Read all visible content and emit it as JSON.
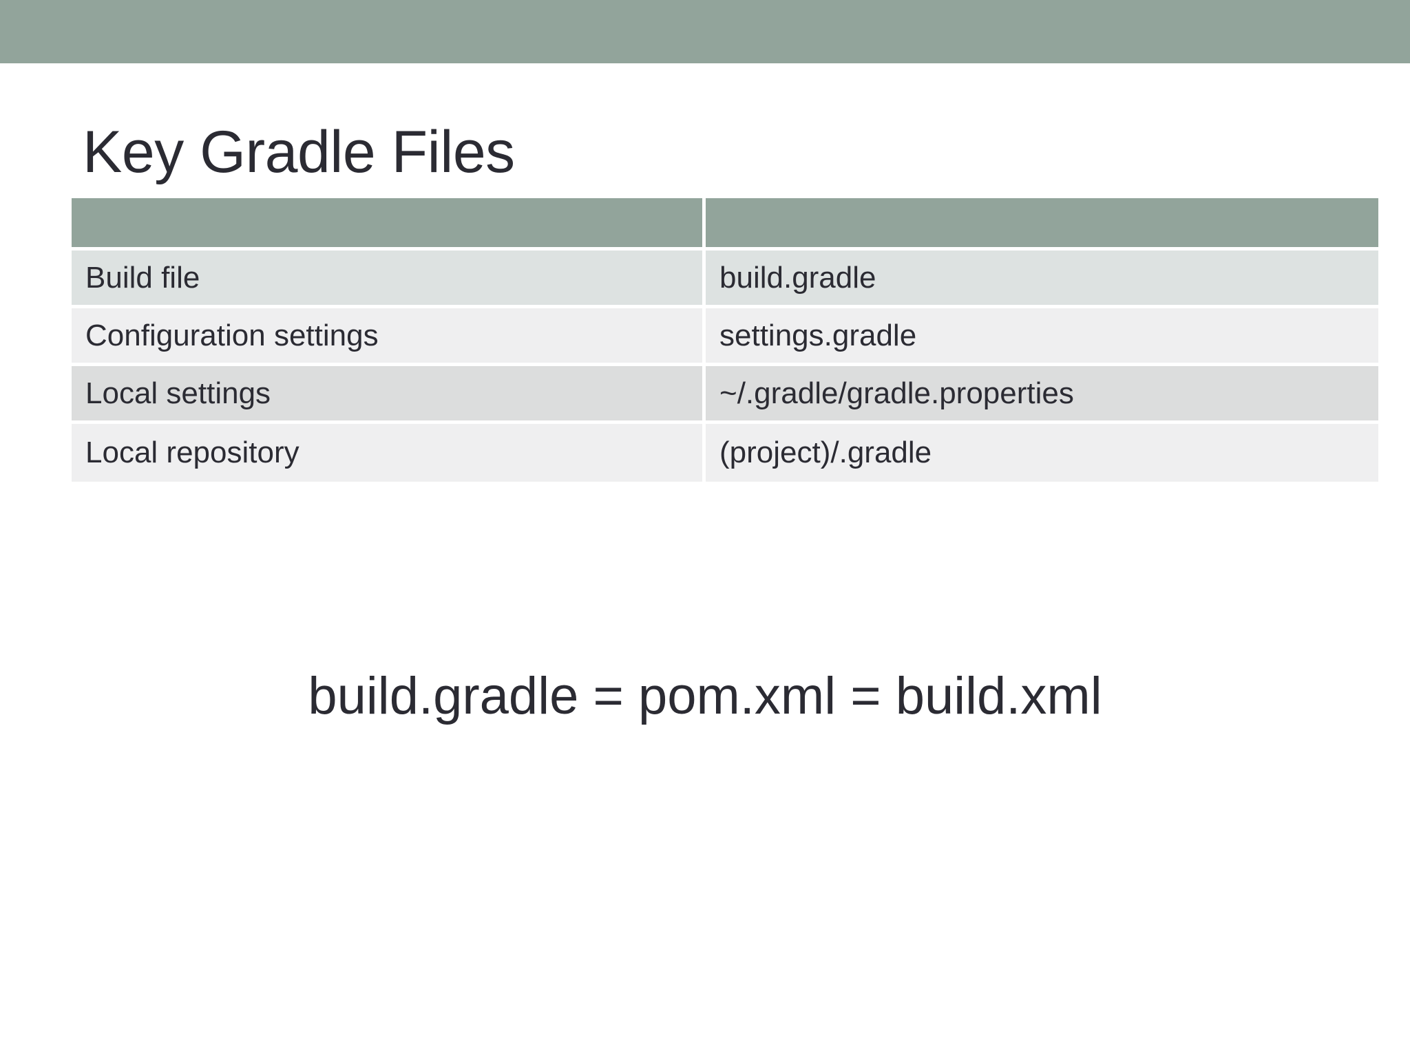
{
  "slide": {
    "title": "Key Gradle Files",
    "accent_color": "#92a49b",
    "text_color": "#2b2b33",
    "background_color": "#ffffff"
  },
  "table": {
    "headers": [
      "",
      ""
    ],
    "header_fill": "#92a49b",
    "rows": [
      {
        "label": "Build file",
        "value": "build.gradle",
        "fill": "#dde2e1"
      },
      {
        "label": "Configuration settings",
        "value": "settings.gradle",
        "fill": "#efeff0"
      },
      {
        "label": "Local settings",
        "value": "~/.gradle/gradle.properties",
        "fill": "#dcdddd"
      },
      {
        "label": "Local repository",
        "value": "(project)/.gradle",
        "fill": "#efeff0"
      }
    ]
  },
  "equation": {
    "text": "build.gradle = pom.xml = build.xml"
  }
}
